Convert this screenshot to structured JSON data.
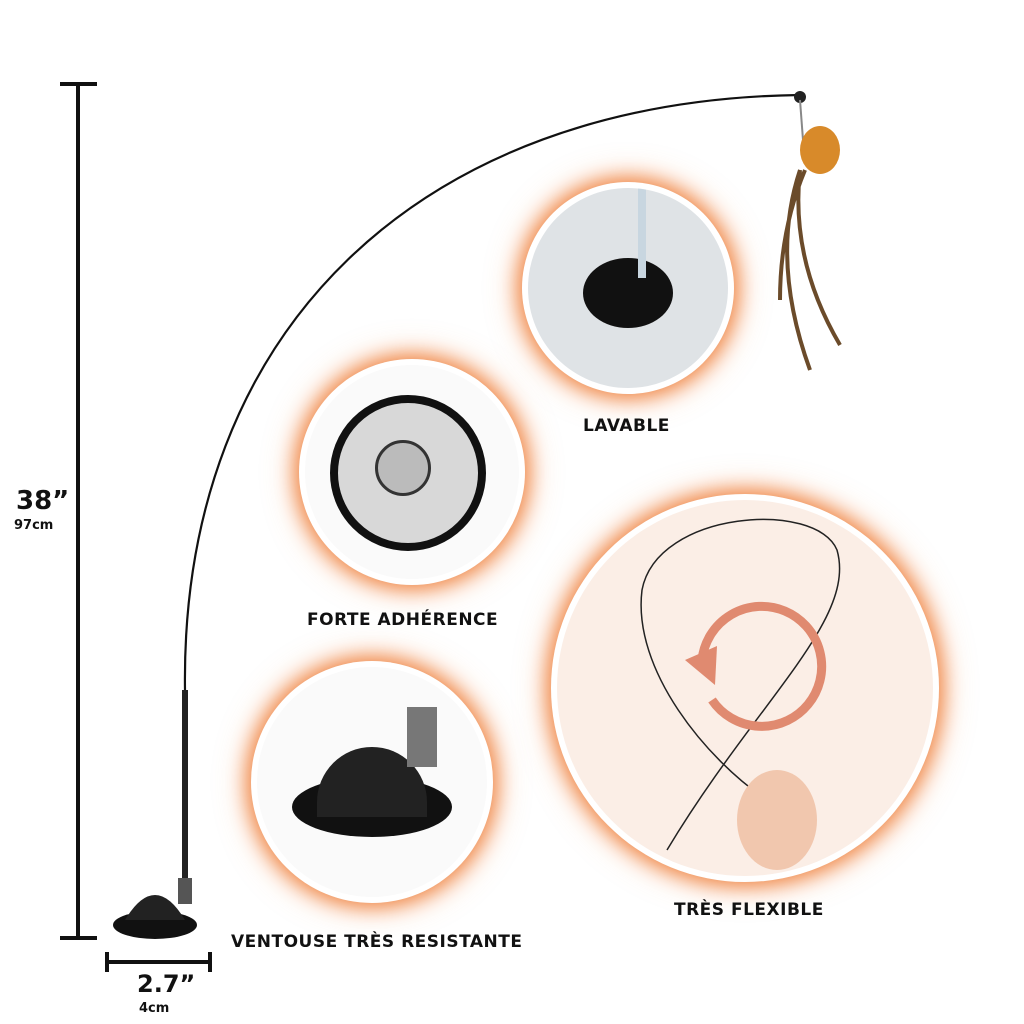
{
  "dimensions": {
    "height_in": "38”",
    "height_cm": "97cm",
    "width_in": "2.7”",
    "width_cm": "4cm"
  },
  "features": [
    {
      "label": "LAVABLE",
      "icon": "washing-suction-cup-photo"
    },
    {
      "label": "FORTE ADHÉRENCE",
      "icon": "suction-cup-photo"
    },
    {
      "label": "VENTOUSE TRÈS RESISTANTE",
      "icon": "suction-base-photo"
    },
    {
      "label": "TRÈS FLEXIBLE",
      "icon": "flexible-wire-photo"
    }
  ],
  "colors": {
    "accent": "#f08a4b",
    "rotate_arrow": "#e08a70"
  }
}
